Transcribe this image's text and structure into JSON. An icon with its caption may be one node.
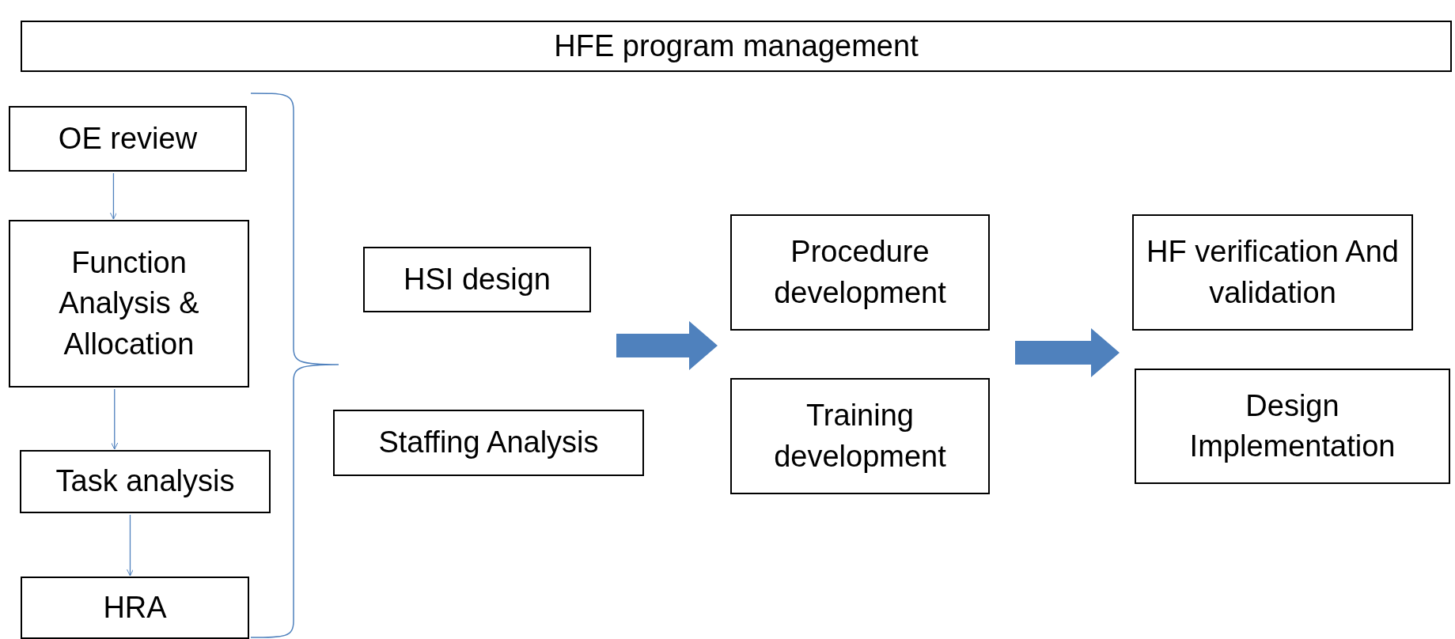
{
  "diagram": {
    "nodes": [
      {
        "text": [
          "HFE program management"
        ]
      },
      {
        "text": [
          "OE review"
        ]
      },
      {
        "text": [
          "Function Analysis & Allocation"
        ]
      },
      {
        "text": [
          "Task analysis"
        ]
      },
      {
        "text": [
          "HRA"
        ]
      },
      {
        "text": [
          "HSI design"
        ]
      },
      {
        "text": [
          "Staffing Analysis"
        ]
      },
      {
        "text": [
          "Procedure development"
        ]
      },
      {
        "text": [
          "Training development"
        ]
      },
      {
        "text": [
          "HF verification And validation"
        ]
      },
      {
        "text": [
          "Design Implementation"
        ]
      }
    ],
    "edges": [
      {
        "from": 1,
        "to": 2,
        "arrow": "to"
      },
      {
        "from": 2,
        "to": 3,
        "arrow": "to"
      },
      {
        "from": 3,
        "to": 4,
        "arrow": "to"
      },
      {
        "from": 5,
        "to": 7,
        "arrow": "to",
        "style": "thick"
      },
      {
        "from": 7,
        "to": 9,
        "arrow": "to",
        "style": "thick"
      }
    ]
  }
}
